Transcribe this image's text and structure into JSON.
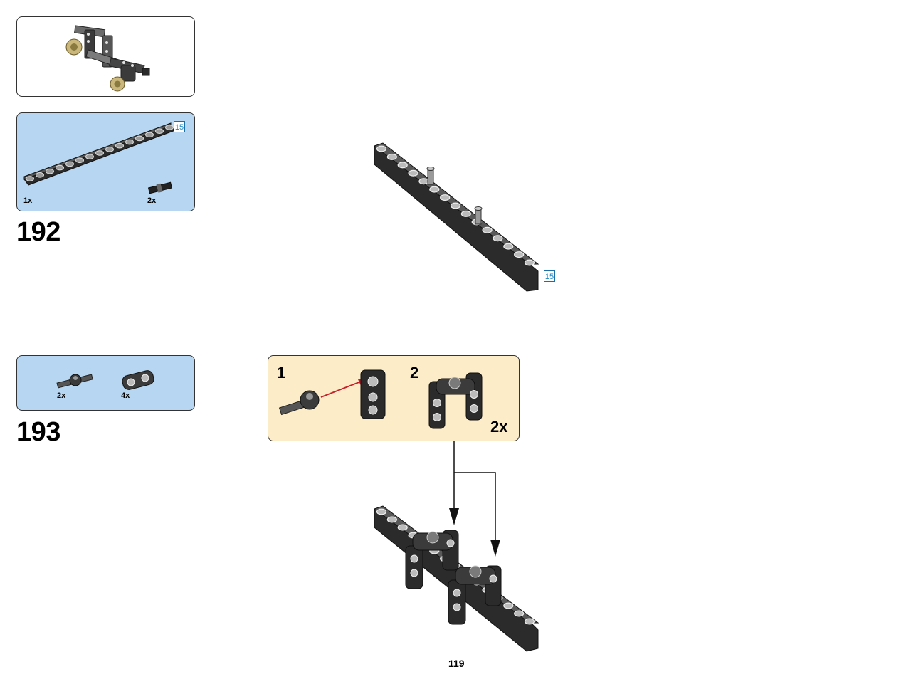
{
  "steps": [
    {
      "number": "192",
      "parts": [
        {
          "qty": "1x",
          "name": "beam-15"
        },
        {
          "qty": "2x",
          "name": "axle-pin"
        }
      ],
      "beam_length_tag": "15",
      "result_length_tag": "15"
    },
    {
      "number": "193",
      "parts": [
        {
          "qty": "2x",
          "name": "axle-with-ball"
        },
        {
          "qty": "4x",
          "name": "angle-connector"
        }
      ],
      "substeps": [
        {
          "label": "1"
        },
        {
          "label": "2",
          "multiplier": "2x"
        }
      ]
    }
  ],
  "page_number": "119",
  "colors": {
    "callout_blue": "#b7d6f1",
    "subassembly_cream": "#fdecc8",
    "arrow_red": "#c8202a",
    "part_dark": "#2b2b2b",
    "part_hole": "#bfbfbf",
    "length_tag": "#1b88c7"
  }
}
